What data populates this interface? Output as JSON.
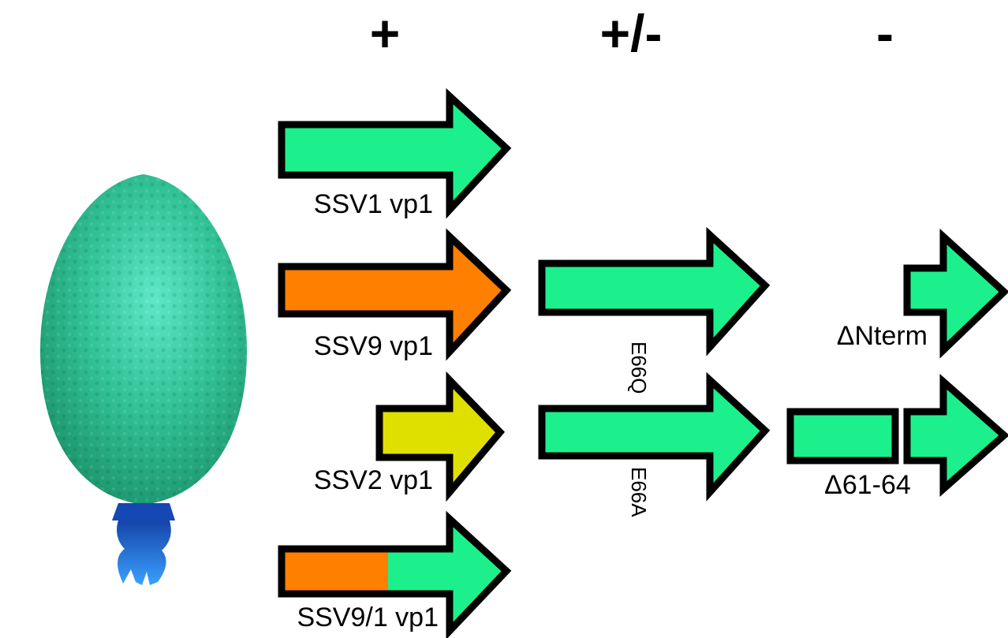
{
  "colors": {
    "green": "#1cf08c",
    "orange": "#ff7f00",
    "yellow": "#e0e000",
    "outline": "#000000",
    "virion_body": "#2fc08c",
    "virion_tail": "#1b73d6"
  },
  "columns": [
    {
      "symbol": "+"
    },
    {
      "symbol": "+/-"
    },
    {
      "symbol": "-"
    }
  ],
  "virion": {
    "icon": "lemon-shaped-virion-icon"
  },
  "constructs": {
    "ssv1": {
      "label": "SSV1 vp1",
      "color": "green"
    },
    "ssv9": {
      "label": "SSV9 vp1",
      "color": "orange"
    },
    "ssv2": {
      "label": "SSV2 vp1",
      "color": "yellow"
    },
    "ssv9_1": {
      "label": "SSV9/1 vp1",
      "colors": [
        "orange",
        "green"
      ]
    },
    "e66q": {
      "label": "E66Q",
      "color": "green"
    },
    "e66a": {
      "label": "E66A",
      "color": "green"
    },
    "dnterm": {
      "label": "ΔNterm",
      "color": "green"
    },
    "d61_64": {
      "label": "Δ61-64",
      "color": "green"
    }
  }
}
